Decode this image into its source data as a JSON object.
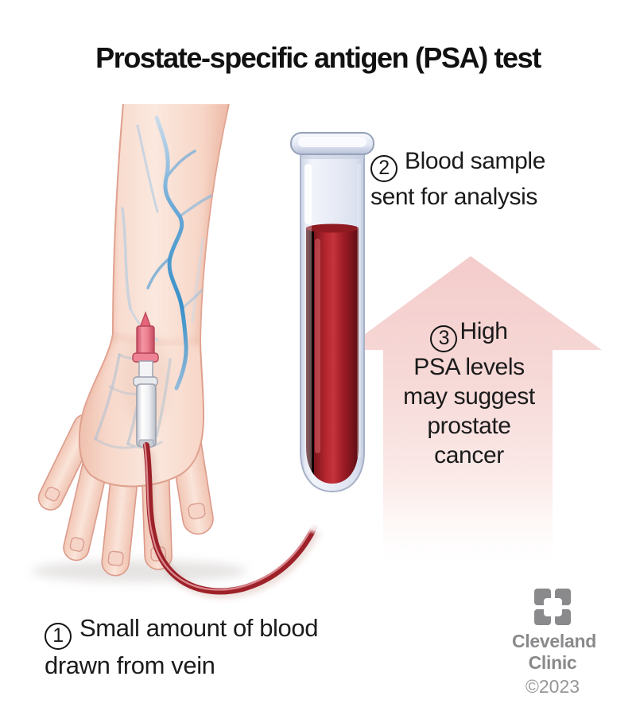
{
  "title": "Prostate-specific antigen (PSA) test",
  "steps": {
    "step1": {
      "number": "1",
      "line1": "Small amount of blood",
      "line2": "drawn from vein"
    },
    "step2": {
      "number": "2",
      "line1": "Blood sample",
      "line2": "sent for analysis"
    },
    "step3": {
      "number": "3",
      "line1": "High",
      "line2": "PSA levels",
      "line3": "may suggest",
      "line4": "prostate",
      "line5": "cancer"
    }
  },
  "footer": {
    "brand_line1": "Cleveland",
    "brand_line2": "Clinic",
    "copyright": "©2023"
  },
  "icons": {
    "logo": "cleveland-clinic-logo-icon"
  },
  "colors": {
    "arrow_pink": "#f5d0cf",
    "blood_red": "#a81e28",
    "vein_blue": "#3f93cc",
    "skin": "#f8dcce",
    "logo_gray": "#8a8a8d",
    "text_black": "#1a1a1a"
  }
}
